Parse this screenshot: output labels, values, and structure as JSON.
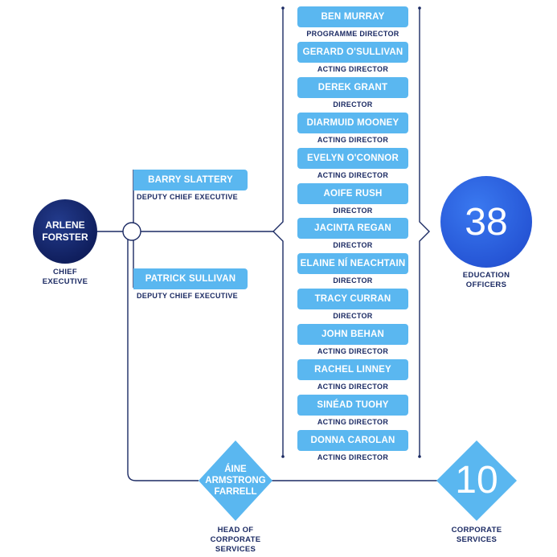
{
  "ceo": {
    "name_line1": "ARLENE",
    "name_line2": "FORSTER",
    "title_line1": "CHIEF",
    "title_line2": "EXECUTIVE"
  },
  "deputies": [
    {
      "name": "BARRY SLATTERY",
      "title": "DEPUTY CHIEF EXECUTIVE"
    },
    {
      "name": "PATRICK SULLIVAN",
      "title": "DEPUTY CHIEF EXECUTIVE"
    }
  ],
  "directors": [
    {
      "name": "BEN MURRAY",
      "title": "PROGRAMME DIRECTOR"
    },
    {
      "name": "GERARD O'SULLIVAN",
      "title": "ACTING DIRECTOR"
    },
    {
      "name": "DEREK GRANT",
      "title": "DIRECTOR"
    },
    {
      "name": "DIARMUID MOONEY",
      "title": "ACTING DIRECTOR"
    },
    {
      "name": "EVELYN O'CONNOR",
      "title": "ACTING DIRECTOR"
    },
    {
      "name": "AOIFE RUSH",
      "title": "DIRECTOR"
    },
    {
      "name": "JACINTA REGAN",
      "title": "DIRECTOR"
    },
    {
      "name": "ELAINE NÍ NEACHTAIN",
      "title": "DIRECTOR"
    },
    {
      "name": "TRACY CURRAN",
      "title": "DIRECTOR"
    },
    {
      "name": "JOHN BEHAN",
      "title": "ACTING DIRECTOR"
    },
    {
      "name": "RACHEL LINNEY",
      "title": "ACTING DIRECTOR"
    },
    {
      "name": "SINÉAD TUOHY",
      "title": "ACTING DIRECTOR"
    },
    {
      "name": "DONNA CAROLAN",
      "title": "ACTING DIRECTOR"
    }
  ],
  "education_officers": {
    "count": "38",
    "label_line1": "EDUCATION",
    "label_line2": "OFFICERS"
  },
  "head_corporate": {
    "name_line1": "ÁINE",
    "name_line2": "ARMSTRONG",
    "name_line3": "FARRELL",
    "title_line1": "HEAD OF",
    "title_line2": "CORPORATE",
    "title_line3": "SERVICES"
  },
  "corporate_services": {
    "count": "10",
    "label_line1": "CORPORATE",
    "label_line2": "SERVICES"
  },
  "colors": {
    "navy": "#1b2a63",
    "light_blue": "#5ab7f0",
    "mid_blue": "#2f62de"
  }
}
